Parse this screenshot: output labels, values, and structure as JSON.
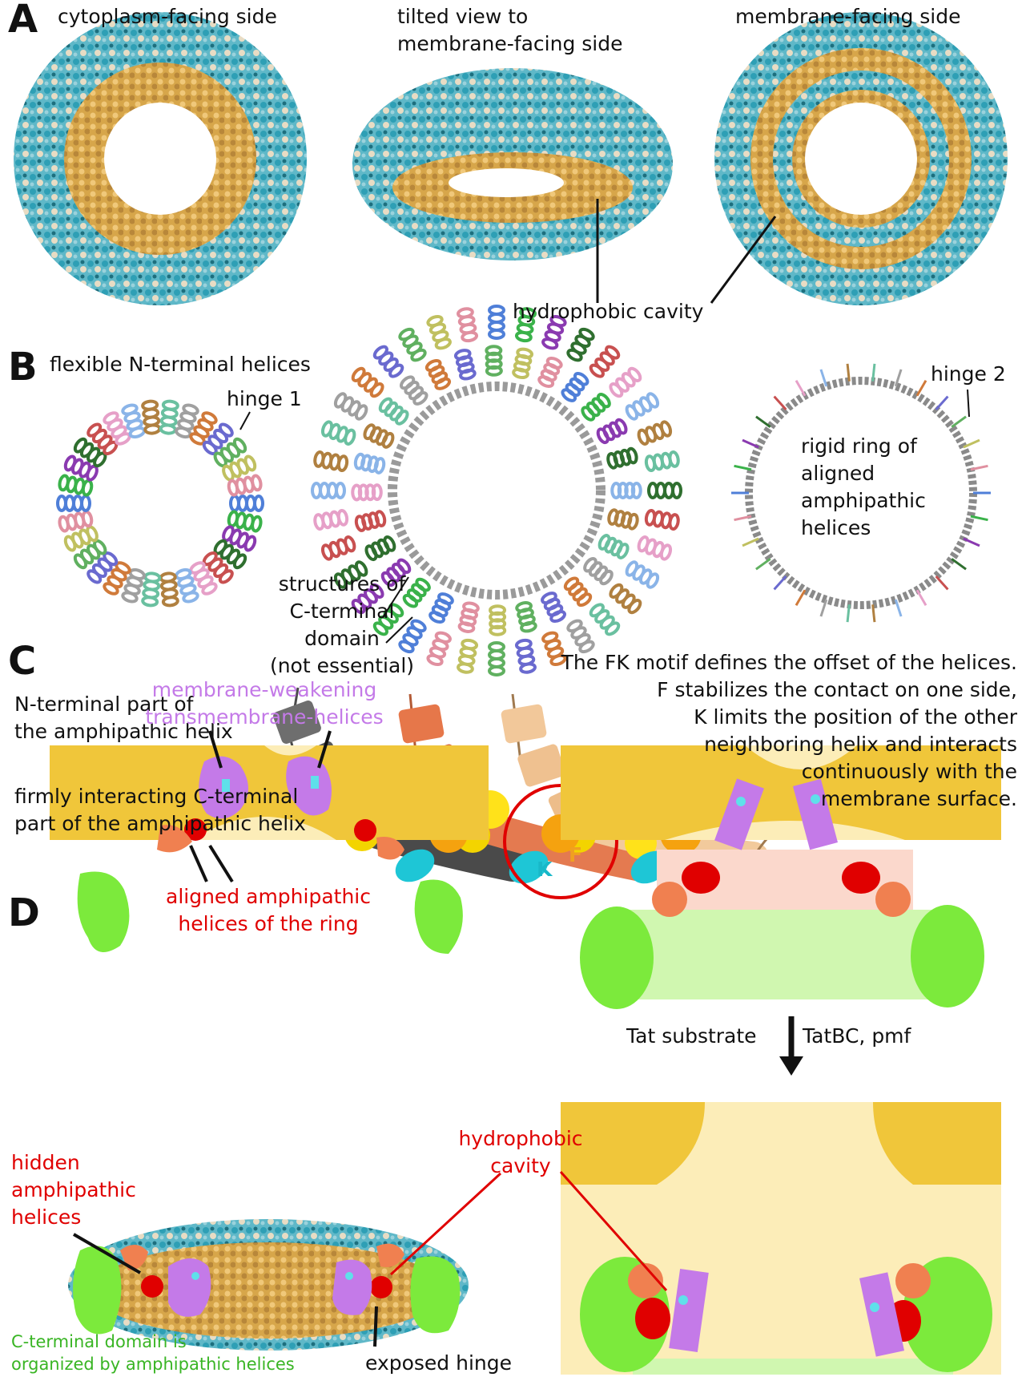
{
  "panels": {
    "a": "A",
    "b": "B",
    "c": "C",
    "d": "D"
  },
  "panelA": {
    "left_title": "cytoplasm-facing side",
    "middle_title": "tilted view to\nmembrane-facing side",
    "right_title": "membrane-facing side",
    "cavity_label": "hydrophobic cavity"
  },
  "panelB": {
    "title": "flexible N-terminal helices",
    "hinge1": "hinge 1",
    "hinge2": "hinge 2",
    "ring_label": "rigid ring of\naligned\namphipathic\nhelices",
    "cterm_label": "structures of\nC-terminal domain\n(not essential)"
  },
  "panelC": {
    "nterm_label": "N-terminal part of\nthe amphipathic helix",
    "cterm_label": "firmly interacting C-terminal\npart of the amphipathic helix",
    "fk_text": "The FK motif defines the offset of the helices.\nF stabilizes the contact on one side,\nK limits the position of the other\nneighboring helix and interacts\ncontinuously with the\nmembrane surface.",
    "k": "K",
    "f": "F"
  },
  "panelD": {
    "tm_label": "membrane-weakening\ntransmembrane-helices",
    "aligned_label": "aligned amphipathic\nhelices of the ring",
    "tat_left": "Tat substrate",
    "tat_right": "TatBC, pmf",
    "hidden_label": "hidden\namphipathic\nhelices",
    "cavity_label": "hydrophobic\ncavity",
    "cdomain_label": "C-terminal domain is\norganized by amphipathic helices",
    "hinge_label": "exposed hinge"
  },
  "colors": {
    "membrane": "#f0c63a",
    "membrane_light": "#fcedb8",
    "teal": "#3cb4c4",
    "gold": "#e8b650",
    "red": "#e00000",
    "salmon": "#f08050",
    "violet": "#c47ae8",
    "green": "#7cea3c",
    "green_light": "#d0f7b0",
    "pink_light": "#fbd8cc"
  }
}
